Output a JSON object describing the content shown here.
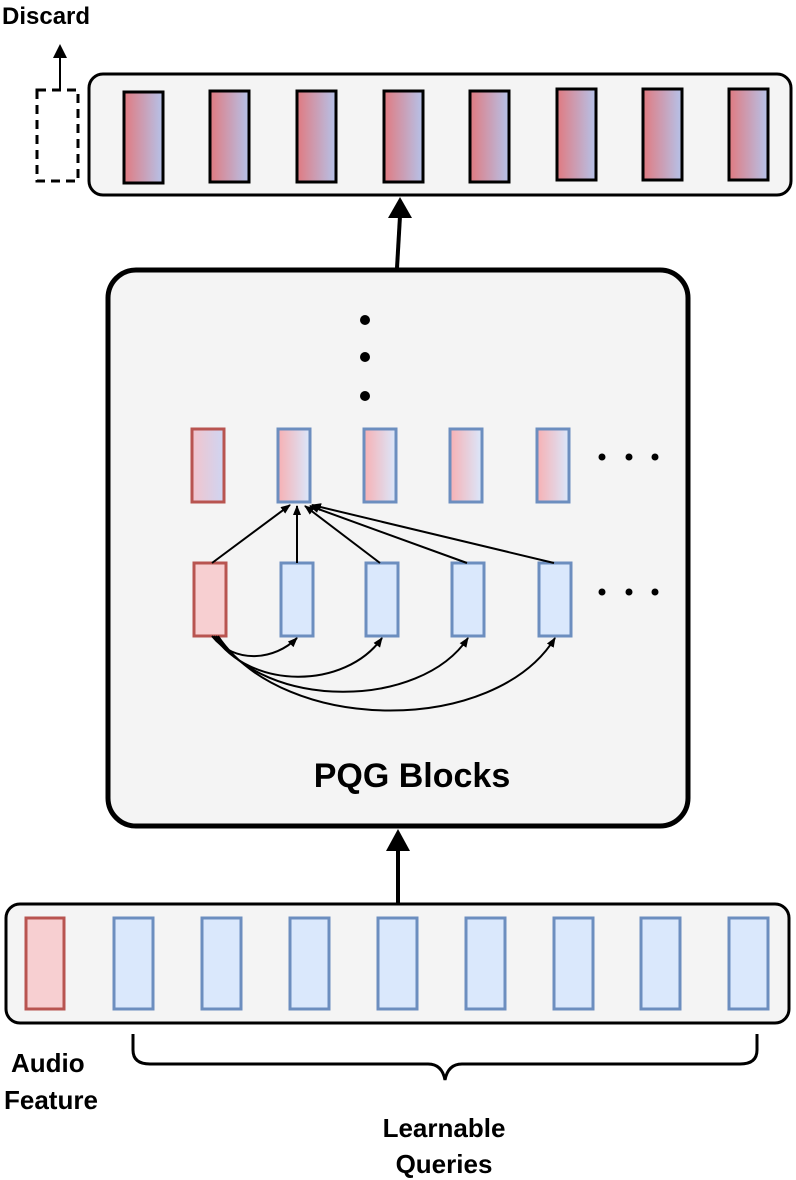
{
  "labels": {
    "discard": "Discard",
    "pqg_blocks": "PQG Blocks",
    "audio_feature_line1": "Audio",
    "audio_feature_line2": "Feature",
    "learnable_queries_line1": "Learnable",
    "learnable_queries_line2": "Queries"
  },
  "ellipsis": "· · ·",
  "colors": {
    "audio_fill": "#f7cfd1",
    "audio_stroke": "#b85450",
    "query_fill": "#dae8fc",
    "query_stroke": "#6c8ebf",
    "panel_fill": "#f4f4f4",
    "gradient_red": "#e07a80",
    "gradient_blue": "#b5c3ea",
    "black": "#000000"
  },
  "structure": {
    "input_tokens": [
      "audio",
      "query",
      "query",
      "query",
      "query",
      "query",
      "query",
      "query",
      "query"
    ],
    "output_tokens": 8,
    "discarded_tokens": 1,
    "inner_row_tokens": 5
  }
}
